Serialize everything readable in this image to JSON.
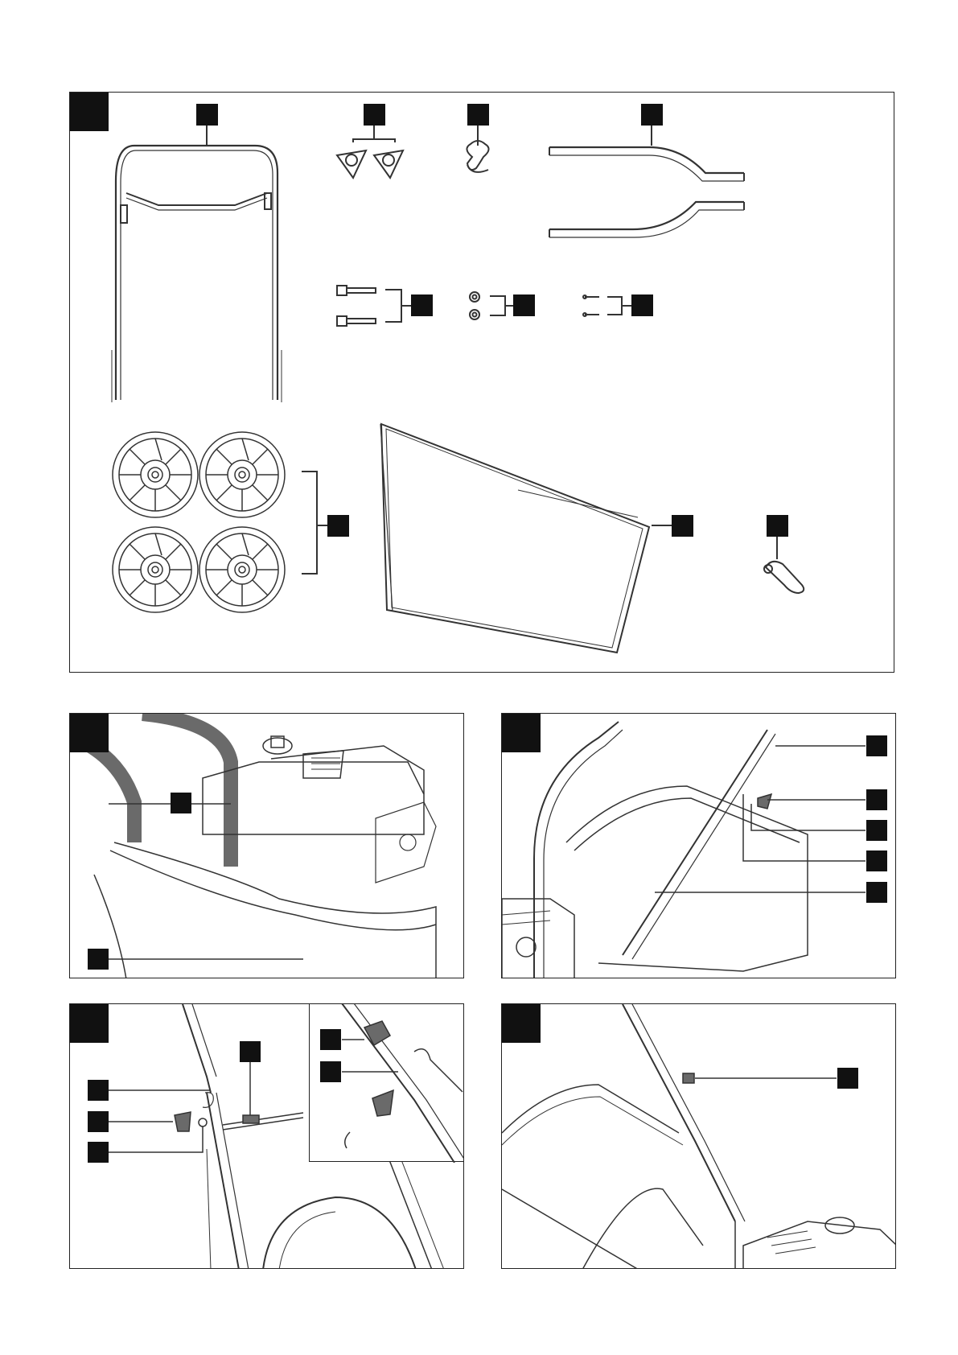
{
  "document": {
    "figures": [
      {
        "id": "fig-1",
        "label": ""
      },
      {
        "id": "fig-2",
        "label": ""
      },
      {
        "id": "fig-3",
        "label": ""
      },
      {
        "id": "fig-4",
        "label": ""
      },
      {
        "id": "fig-5",
        "label": ""
      }
    ]
  },
  "colors": {
    "ink": "#111111",
    "line": "#333333",
    "fill": "#6a6a6a",
    "paper": "#ffffff"
  }
}
